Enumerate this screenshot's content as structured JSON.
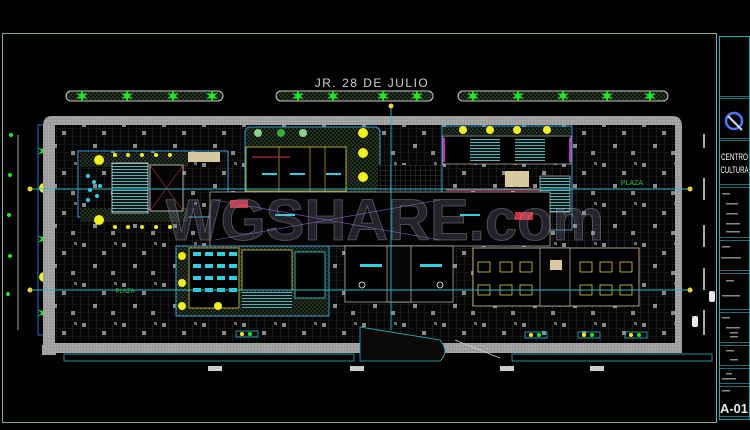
{
  "drawing": {
    "street_name": "JR. 28 DE JULIO",
    "plaza_labels": [
      "PLAZA",
      "PLAZA"
    ],
    "watermark": "WGSHARE.com"
  },
  "title_block": {
    "project_line_1": "CENTRO",
    "project_line_2": "CULTURA",
    "sheet_number": "A-01"
  },
  "colors": {
    "background": "#000000",
    "frame": "#9ab0b0",
    "pavement": "#a8a8a8",
    "axis": "#2fb8c8",
    "tree": "#22e822",
    "yellow_tree": "#f0f020",
    "planter": "#2a3a2a"
  }
}
